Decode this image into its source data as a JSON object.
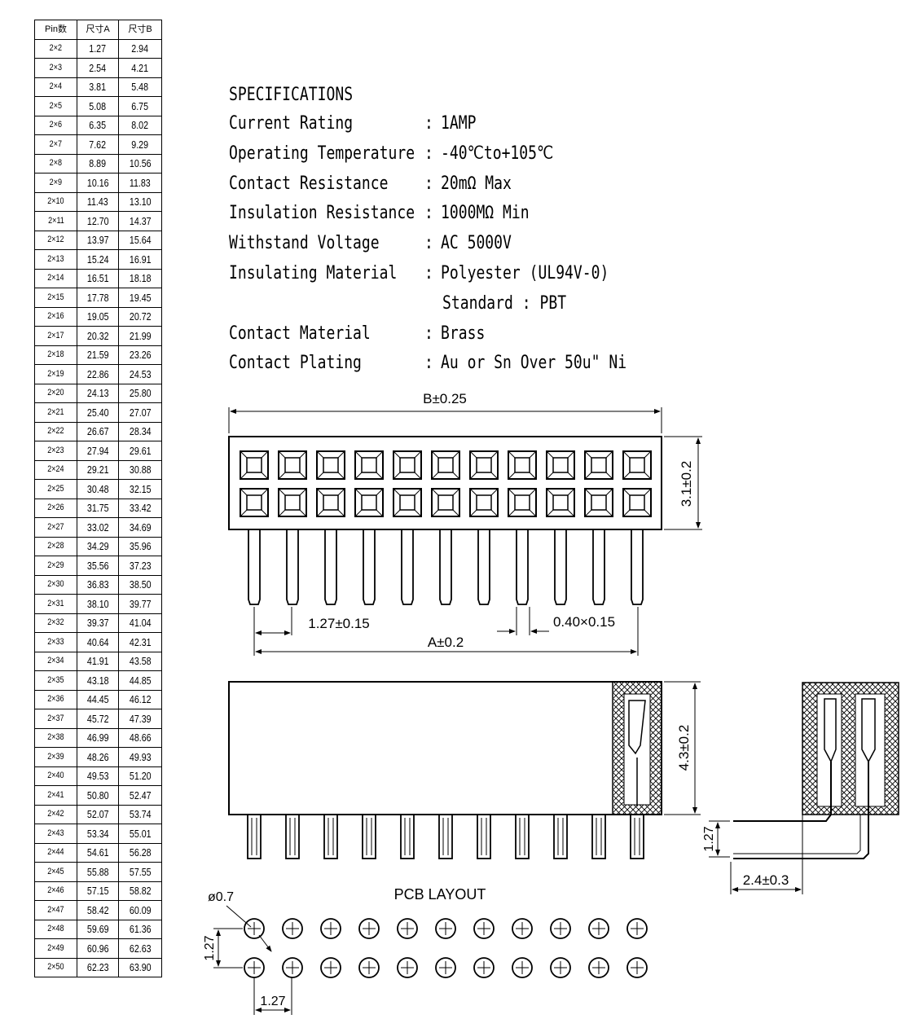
{
  "table": {
    "headers": [
      "Pin数",
      "尺寸A",
      "尺寸B"
    ],
    "rows": [
      [
        "2×2",
        "1.27",
        "2.94"
      ],
      [
        "2×3",
        "2.54",
        "4.21"
      ],
      [
        "2×4",
        "3.81",
        "5.48"
      ],
      [
        "2×5",
        "5.08",
        "6.75"
      ],
      [
        "2×6",
        "6.35",
        "8.02"
      ],
      [
        "2×7",
        "7.62",
        "9.29"
      ],
      [
        "2×8",
        "8.89",
        "10.56"
      ],
      [
        "2×9",
        "10.16",
        "11.83"
      ],
      [
        "2×10",
        "11.43",
        "13.10"
      ],
      [
        "2×11",
        "12.70",
        "14.37"
      ],
      [
        "2×12",
        "13.97",
        "15.64"
      ],
      [
        "2×13",
        "15.24",
        "16.91"
      ],
      [
        "2×14",
        "16.51",
        "18.18"
      ],
      [
        "2×15",
        "17.78",
        "19.45"
      ],
      [
        "2×16",
        "19.05",
        "20.72"
      ],
      [
        "2×17",
        "20.32",
        "21.99"
      ],
      [
        "2×18",
        "21.59",
        "23.26"
      ],
      [
        "2×19",
        "22.86",
        "24.53"
      ],
      [
        "2×20",
        "24.13",
        "25.80"
      ],
      [
        "2×21",
        "25.40",
        "27.07"
      ],
      [
        "2×22",
        "26.67",
        "28.34"
      ],
      [
        "2×23",
        "27.94",
        "29.61"
      ],
      [
        "2×24",
        "29.21",
        "30.88"
      ],
      [
        "2×25",
        "30.48",
        "32.15"
      ],
      [
        "2×26",
        "31.75",
        "33.42"
      ],
      [
        "2×27",
        "33.02",
        "34.69"
      ],
      [
        "2×28",
        "34.29",
        "35.96"
      ],
      [
        "2×29",
        "35.56",
        "37.23"
      ],
      [
        "2×30",
        "36.83",
        "38.50"
      ],
      [
        "2×31",
        "38.10",
        "39.77"
      ],
      [
        "2×32",
        "39.37",
        "41.04"
      ],
      [
        "2×33",
        "40.64",
        "42.31"
      ],
      [
        "2×34",
        "41.91",
        "43.58"
      ],
      [
        "2×35",
        "43.18",
        "44.85"
      ],
      [
        "2×36",
        "44.45",
        "46.12"
      ],
      [
        "2×37",
        "45.72",
        "47.39"
      ],
      [
        "2×38",
        "46.99",
        "48.66"
      ],
      [
        "2×39",
        "48.26",
        "49.93"
      ],
      [
        "2×40",
        "49.53",
        "51.20"
      ],
      [
        "2×41",
        "50.80",
        "52.47"
      ],
      [
        "2×42",
        "52.07",
        "53.74"
      ],
      [
        "2×43",
        "53.34",
        "55.01"
      ],
      [
        "2×44",
        "54.61",
        "56.28"
      ],
      [
        "2×45",
        "55.88",
        "57.55"
      ],
      [
        "2×46",
        "57.15",
        "58.82"
      ],
      [
        "2×47",
        "58.42",
        "60.09"
      ],
      [
        "2×48",
        "59.69",
        "61.36"
      ],
      [
        "2×49",
        "60.96",
        "62.63"
      ],
      [
        "2×50",
        "62.23",
        "63.90"
      ]
    ]
  },
  "specs": {
    "title": "SPECIFICATIONS",
    "items": [
      {
        "label": "Current Rating",
        "value": "1AMP"
      },
      {
        "label": "Operating Temperature",
        "value": "-40℃to+105℃"
      },
      {
        "label": "Contact Resistance",
        "value": "20mΩ  Max"
      },
      {
        "label": "Insulation Resistance",
        "value": "1000MΩ  Min"
      },
      {
        "label": "Withstand Voltage",
        "value": "AC 5000V"
      },
      {
        "label": "Insulating Material",
        "value": "Polyester (UL94V-0)"
      },
      {
        "label": "",
        "value": "Standard : PBT"
      },
      {
        "label": "Contact Material",
        "value": "Brass"
      },
      {
        "label": "Contact Plating",
        "value": "Au or Sn Over 50u\" Ni"
      }
    ]
  },
  "drawing": {
    "dim_b": "B±0.25",
    "dim_height_top": "3.1±0.2",
    "dim_pitch": "1.27±0.15",
    "dim_pin": "0.40×0.15",
    "dim_a": "A±0.2",
    "dim_height_side": "4.3±0.2",
    "dim_pin_offset": "1.27",
    "dim_depth": "2.4±0.3",
    "pcb_title": "PCB LAYOUT",
    "pcb_hole": "ø0.7",
    "pcb_row_pitch": "1.27",
    "pcb_col_pitch": "1.27"
  }
}
